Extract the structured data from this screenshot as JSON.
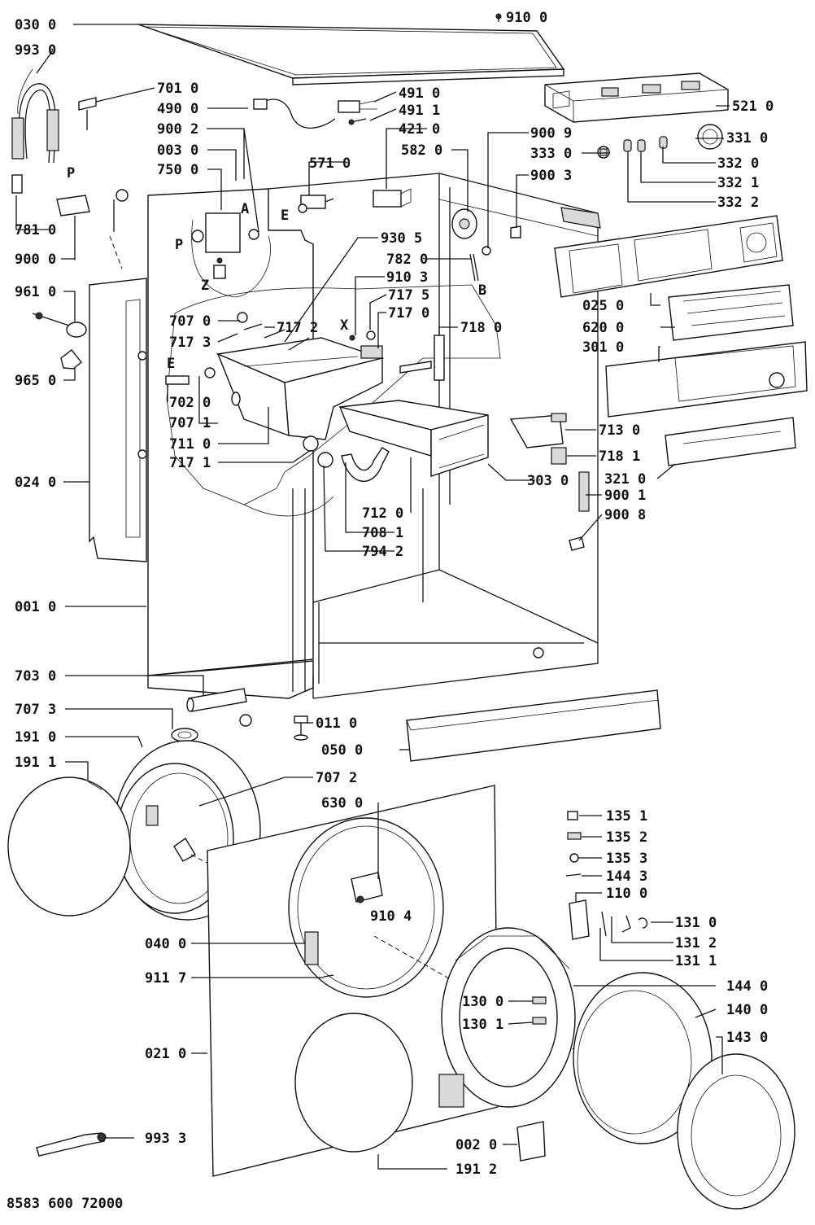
{
  "document_number": "8583 600 72000",
  "part_labels": {
    "p0300": "030 0",
    "p9100": "910 0",
    "p9930": "993 0",
    "p7010": "701 0",
    "p4900": "490 0",
    "p4910": "491 0",
    "p4911": "491 1",
    "p9002": "900 2",
    "p4210": "421 0",
    "p0030": "003 0",
    "p5820": "582 0",
    "p7500": "750 0",
    "p5710": "571 0",
    "p5210": "521 0",
    "p9009": "900 9",
    "p3310": "331 0",
    "p3330": "333 0",
    "p3320": "332 0",
    "p9003": "900 3",
    "p3321": "332 1",
    "p3322": "332 2",
    "p7810": "781 0",
    "p9000": "900 0",
    "p9305": "930 5",
    "p7820": "782 0",
    "p9103": "910 3",
    "p9610": "961 0",
    "p7175": "717 5",
    "p7170": "717 0",
    "p0250": "025 0",
    "p7070": "707 0",
    "p6200": "620 0",
    "p7173": "717 3",
    "p7172": "717 2",
    "p7180": "718 0",
    "p3010": "301 0",
    "p9650": "965 0",
    "p7020": "702 0",
    "p7071": "707 1",
    "p7130": "713 0",
    "p7110": "711 0",
    "p7181": "718 1",
    "p7171": "717 1",
    "p3030": "303 0",
    "p3210": "321 0",
    "p0240": "024 0",
    "p9001": "900 1",
    "p7120": "712 0",
    "p9008": "900 8",
    "p7081": "708 1",
    "p7942": "794 2",
    "p0010": "001 0",
    "p7030": "703 0",
    "p7073": "707 3",
    "p0110": "011 0",
    "p1910": "191 0",
    "p0500": "050 0",
    "p1911": "191 1",
    "p7072": "707 2",
    "p6300": "630 0",
    "p1351": "135 1",
    "p1352": "135 2",
    "p1353": "135 3",
    "p1443": "144 3",
    "p1100": "110 0",
    "p9104": "910 4",
    "p1310": "131 0",
    "p0400": "040 0",
    "p1312": "131 2",
    "p1311": "131 1",
    "p9117": "911 7",
    "p1440": "144 0",
    "p1300": "130 0",
    "p1400": "140 0",
    "p1301": "130 1",
    "p0210": "021 0",
    "p1430": "143 0",
    "p9933": "993 3",
    "p0020": "002 0",
    "p1912": "191 2"
  },
  "letter_marks": {
    "P": "P",
    "A": "A",
    "E": "E",
    "Z": "Z",
    "B": "B",
    "X": "X"
  }
}
